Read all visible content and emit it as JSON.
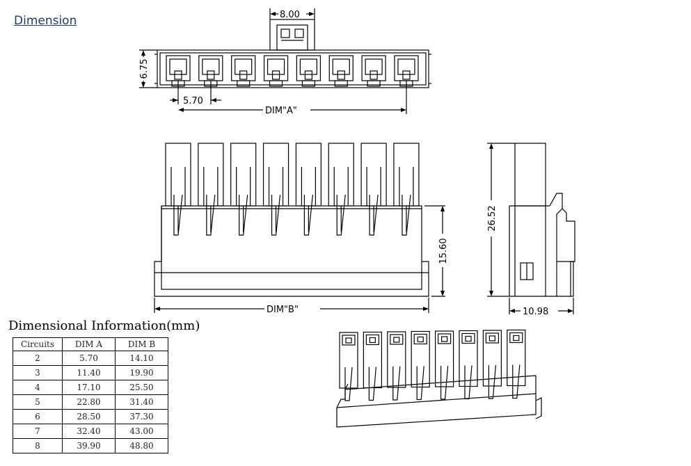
{
  "header": {
    "dimension_link": "Dimension"
  },
  "drawing": {
    "top_view": {
      "width_label": "8.00",
      "height_label": "6.75",
      "pitch_label": "5.70",
      "dim_a_label": "DIM\"A\""
    },
    "front_view": {
      "height_label": "15.60",
      "dim_b_label": "DIM\"B\""
    },
    "side_view": {
      "height_label": "26.52",
      "depth_label": "10.98"
    }
  },
  "info": {
    "title": "Dimensional Information(mm)",
    "table": {
      "headers": [
        "Circuits",
        "DIM A",
        "DIM B"
      ],
      "rows": [
        [
          "2",
          "5.70",
          "14.10"
        ],
        [
          "3",
          "11.40",
          "19.90"
        ],
        [
          "4",
          "17.10",
          "25.50"
        ],
        [
          "5",
          "22.80",
          "31.40"
        ],
        [
          "6",
          "28.50",
          "37.30"
        ],
        [
          "7",
          "32.40",
          "43.00"
        ],
        [
          "8",
          "39.90",
          "48.80"
        ]
      ]
    }
  }
}
